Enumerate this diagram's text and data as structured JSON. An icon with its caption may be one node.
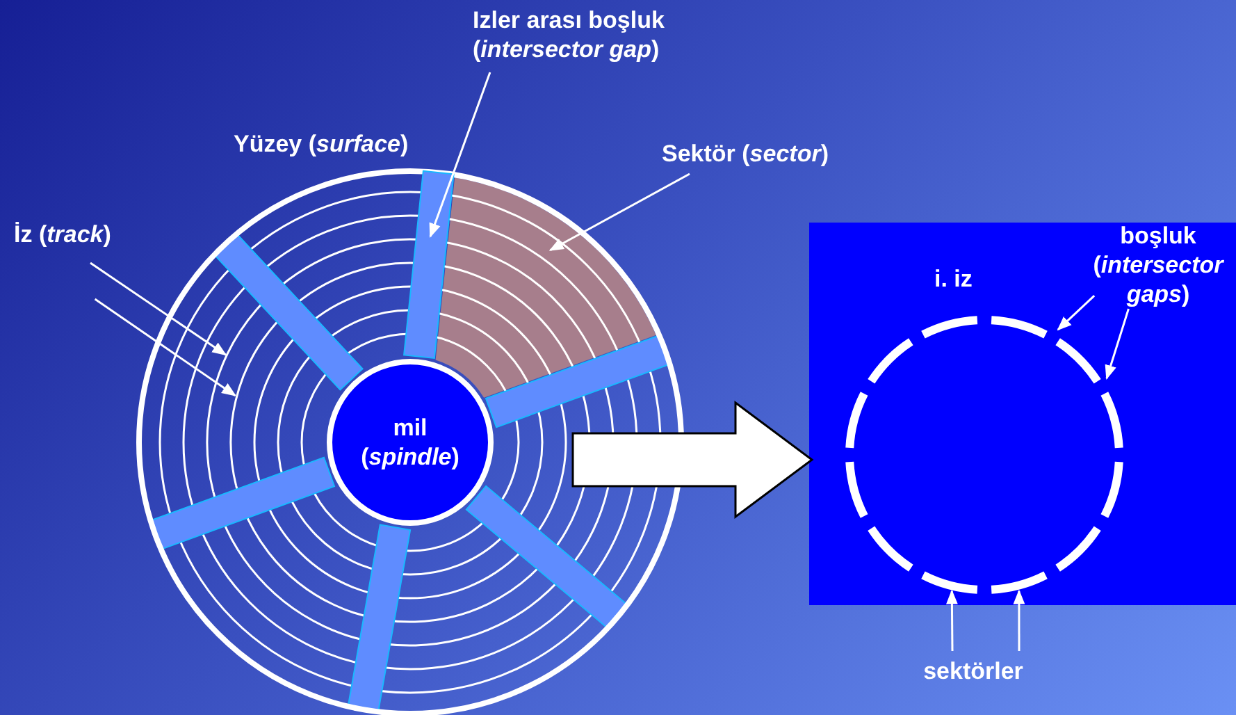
{
  "diagram": {
    "nodes": [
      {
        "text": [],
        "shape": "picture"
      },
      {
        "text": [
          "mil (*spindle*)"
        ],
        "in": 0
      },
      {
        "text": [
          "Izler arası boşluk (*intersector gap*)"
        ]
      },
      {
        "text": [],
        "shape": "bar",
        "in": 0
      },
      {
        "text": [
          "Sektör (*sector*)"
        ]
      },
      {
        "text": [],
        "shape": "wedge",
        "in": 0
      },
      {
        "text": [
          "İz (*track*)"
        ]
      },
      {
        "text": [],
        "shape": "circle",
        "in": 0
      },
      {
        "text": [],
        "shape": "circle",
        "in": 0
      },
      {
        "text": [
          "i. iz"
        ]
      },
      {
        "text": [
          "boşluk (*intersector gaps*)"
        ],
        "in": 9
      },
      {
        "text": [
          "sektörler"
        ]
      },
      {
        "text": [],
        "shape": "arc",
        "in": 9
      },
      {
        "text": [],
        "shape": "arc",
        "in": 9
      }
    ],
    "edges": [
      {
        "from": 2,
        "to": 3,
        "arrow": "to"
      },
      {
        "from": 4,
        "to": 5,
        "arrow": "to"
      },
      {
        "from": 6,
        "to": 7,
        "arrow": "to"
      },
      {
        "from": 6,
        "to": 8,
        "arrow": "to"
      },
      {
        "from": 0,
        "to": 9,
        "arrow": "to"
      },
      {
        "from": 10,
        "to": null,
        "arrow": "to"
      },
      {
        "from": 10,
        "to": null,
        "arrow": "to"
      },
      {
        "from": 11,
        "to": 12,
        "arrow": "to"
      },
      {
        "from": 11,
        "to": 13,
        "arrow": "to"
      }
    ],
    "labels": [
      "Yüzey (*surface*)"
    ]
  }
}
